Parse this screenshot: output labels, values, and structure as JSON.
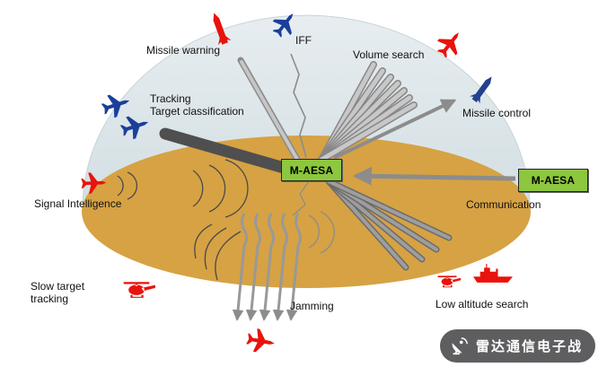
{
  "diagram": {
    "center_node": "M-AESA",
    "remote_node": "M-AESA",
    "functions": {
      "missile_warning": "Missile warning",
      "iff": "IFF",
      "volume_search": "Volume search",
      "missile_control": "Missile control",
      "tracking_line1": "Tracking",
      "tracking_line2": "Target classification",
      "signal_intelligence": "Signal Intelligence",
      "communication": "Communication",
      "slow_target_line1": "Slow target",
      "slow_target_line2": "tracking",
      "jamming": "Jamming",
      "low_altitude_search": "Low altitude search"
    },
    "colors": {
      "dome": "#dde6ea",
      "ground_disc": "#d6a243",
      "node_green": "#8dc63f",
      "beam_light": "#c8c8c8",
      "beam_outline": "#878787",
      "beam_dark": "#4f4f4f",
      "arrow_gray": "#8c8c8c",
      "hostile_red": "#e8130c",
      "friendly_blue": "#1c3f9b"
    },
    "icons": [
      "incoming-missile-icon",
      "iff-friendly-jet-icon",
      "volume-search-target-jet-icon",
      "controlled-missile-icon",
      "tracking-jet-icon",
      "signal-intelligence-jet-icon",
      "jammed-target-jet-icon",
      "slow-target-helicopter-icon",
      "low-altitude-helicopter-icon",
      "low-altitude-ship-icon",
      "satellite-dish-icon"
    ]
  },
  "watermark": {
    "text": "雷达通信电子战",
    "icon": "satellite-dish-icon"
  }
}
